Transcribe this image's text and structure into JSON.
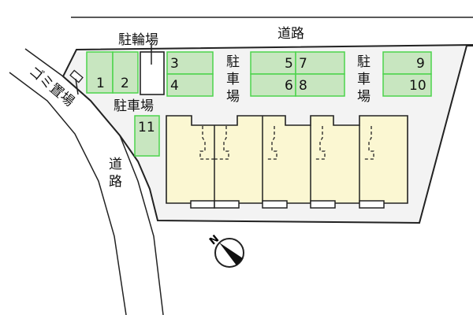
{
  "labels": {
    "road_top": "道路",
    "road_left_1": "道",
    "road_left_2": "路",
    "bicycle_parking": "駐輪場",
    "parking_horizontal": "駐車場",
    "parking_vertical_a": [
      "駐",
      "車",
      "場"
    ],
    "parking_vertical_b": [
      "駐",
      "車",
      "場"
    ],
    "garbage_area": "ゴミ置場",
    "compass_north": "N"
  },
  "parking_spaces": [
    "1",
    "2",
    "3",
    "4",
    "5",
    "6",
    "7",
    "8",
    "9",
    "10",
    "11"
  ],
  "colors": {
    "parking_fill": "#c8e6c0",
    "parking_border": "#4cd44c",
    "building_fill": "#fbf7d2",
    "lot_fill": "#f3f3f3"
  }
}
